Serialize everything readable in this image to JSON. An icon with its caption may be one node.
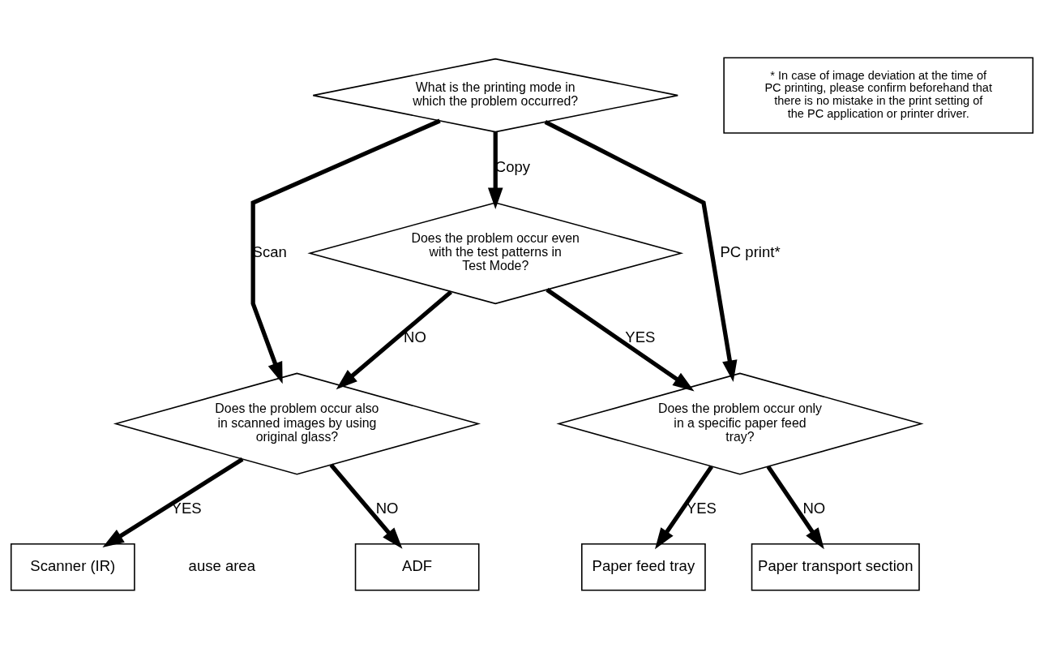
{
  "diagram": {
    "nodes": [
      {
        "text": [
          "What is the printing mode in which the problem occurred?"
        ]
      },
      {
        "text": [
          "Does the problem occur even with the test patterns in Test Mode?"
        ]
      },
      {
        "text": [
          "Does the problem occur also in scanned images by using original glass?"
        ]
      },
      {
        "text": [
          "Does the problem occur only in a specific paper feed tray?"
        ]
      },
      {
        "text": [
          "ADF"
        ]
      },
      {
        "text": [
          "Scanner (IR)"
        ]
      },
      {
        "text": [
          "Paper feed tray"
        ]
      },
      {
        "text": [
          "Paper transport section"
        ]
      },
      {
        "text": [
          "* In case of image deviation at the time of PC printing, please confirm beforehand that there is no mistake in the print setting of the PC application or printer driver."
        ]
      }
    ],
    "edges": [
      {
        "from": 0,
        "to": 2,
        "arrow": "to",
        "label": "Scan"
      },
      {
        "from": 0,
        "to": 1,
        "arrow": "to",
        "label": "Copy"
      },
      {
        "from": 0,
        "to": 3,
        "arrow": "to",
        "label": "PC print*"
      },
      {
        "from": 1,
        "to": 2,
        "arrow": "to",
        "label": "NO"
      },
      {
        "from": 1,
        "to": 3,
        "arrow": "to",
        "label": "YES"
      },
      {
        "from": 2,
        "to": 5,
        "arrow": "to",
        "label": "YES"
      },
      {
        "from": 2,
        "to": 4,
        "arrow": "to",
        "label": "NO"
      },
      {
        "from": 3,
        "to": 6,
        "arrow": "to",
        "label": "YES"
      },
      {
        "from": 3,
        "to": 7,
        "arrow": "to",
        "label": "NO"
      }
    ],
    "labels": [
      "ause area"
    ]
  }
}
